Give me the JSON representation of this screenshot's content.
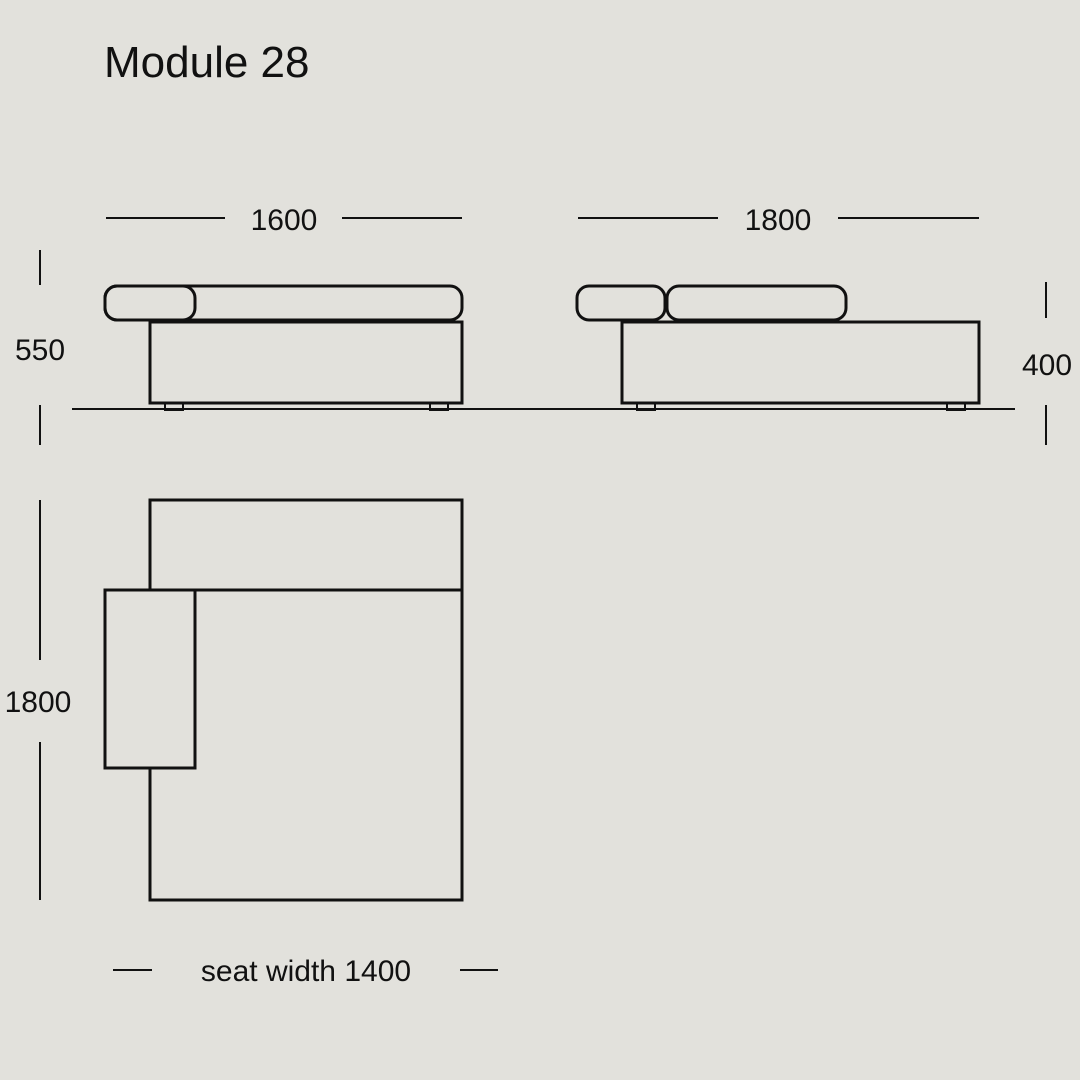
{
  "title": "Module 28",
  "dimensions": {
    "front_width": "1600",
    "side_width": "1800",
    "height_back": "550",
    "height_seat": "400",
    "depth": "1800",
    "seat_width": "seat width 1400"
  },
  "colors": {
    "background": "#e2e1dc",
    "line": "#111111"
  }
}
